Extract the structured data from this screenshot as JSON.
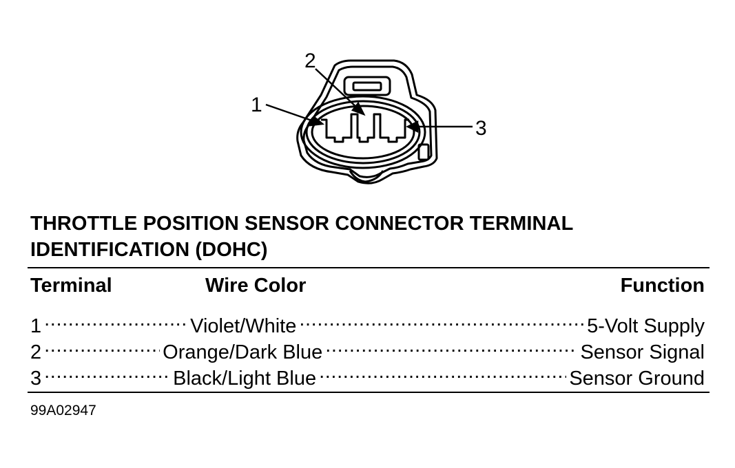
{
  "diagram": {
    "callouts": [
      "1",
      "2",
      "3"
    ]
  },
  "title_line1": "THROTTLE POSITION SENSOR CONNECTOR TERMINAL",
  "title_line2": "IDENTIFICATION (DOHC)",
  "table": {
    "headers": {
      "terminal": "Terminal",
      "wire_color": "Wire Color",
      "function": "Function"
    },
    "rows": [
      {
        "terminal": "1",
        "wire_color": "Violet/White",
        "function": "5-Volt Supply"
      },
      {
        "terminal": "2",
        "wire_color": "Orange/Dark Blue",
        "function": "Sensor Signal"
      },
      {
        "terminal": "3",
        "wire_color": "Black/Light Blue",
        "function": "Sensor Ground"
      }
    ]
  },
  "figure_code": "99A02947"
}
